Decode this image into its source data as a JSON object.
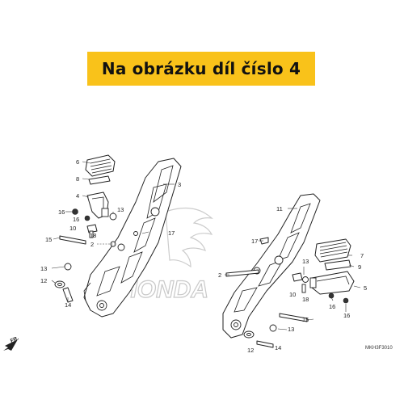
{
  "banner": {
    "text": "Na obrázku díl číslo 4",
    "color": "#f9c21a"
  },
  "diagram_code": "MKH3F3010",
  "direction_label": "FR.",
  "watermark": "HONDA",
  "callouts": {
    "c6": "6",
    "c8": "8",
    "c3": "3",
    "c4": "4",
    "c16a": "16",
    "c16b": "16",
    "c13a": "13",
    "c10a": "10",
    "c18a": "18",
    "c17a": "17",
    "c15a": "15",
    "c2a": "2",
    "c13b": "13",
    "c12a": "12",
    "c14a": "14",
    "c11": "11",
    "c17b": "17",
    "c7": "7",
    "c9": "9",
    "c13c": "13",
    "c2b": "2",
    "c5": "5",
    "c10b": "10",
    "c18b": "18",
    "c16c": "16",
    "c16d": "16",
    "c15b": "15",
    "c13d": "13",
    "c12b": "12",
    "c14b": "14"
  }
}
